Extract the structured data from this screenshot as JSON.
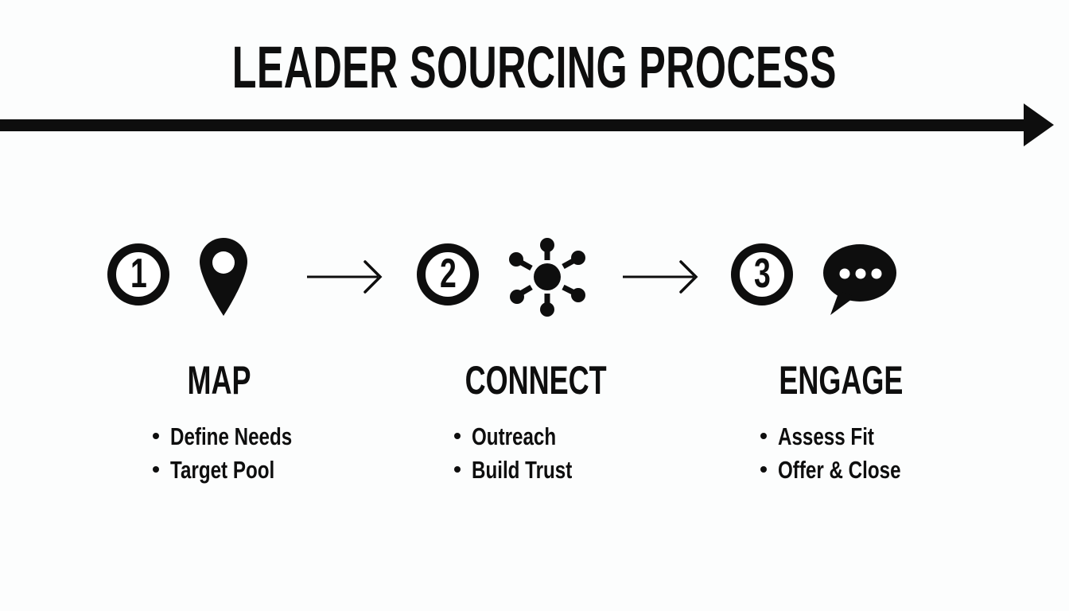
{
  "title": "LEADER SOURCING PROCESS",
  "colors": {
    "ink": "#0e0e0e",
    "background": "#fcfdfd"
  },
  "timeline": {
    "direction": "left-to-right"
  },
  "stages": [
    {
      "number": "1",
      "name": "MAP",
      "icon": "location-pin-icon",
      "bullets": [
        "Define Needs",
        "Target Pool"
      ]
    },
    {
      "number": "2",
      "name": "CONNECT",
      "icon": "network-hub-icon",
      "bullets": [
        "Outreach",
        "Build Trust"
      ]
    },
    {
      "number": "3",
      "name": "ENGAGE",
      "icon": "chat-bubble-icon",
      "bullets": [
        "Assess Fit",
        "Offer & Close"
      ]
    }
  ]
}
